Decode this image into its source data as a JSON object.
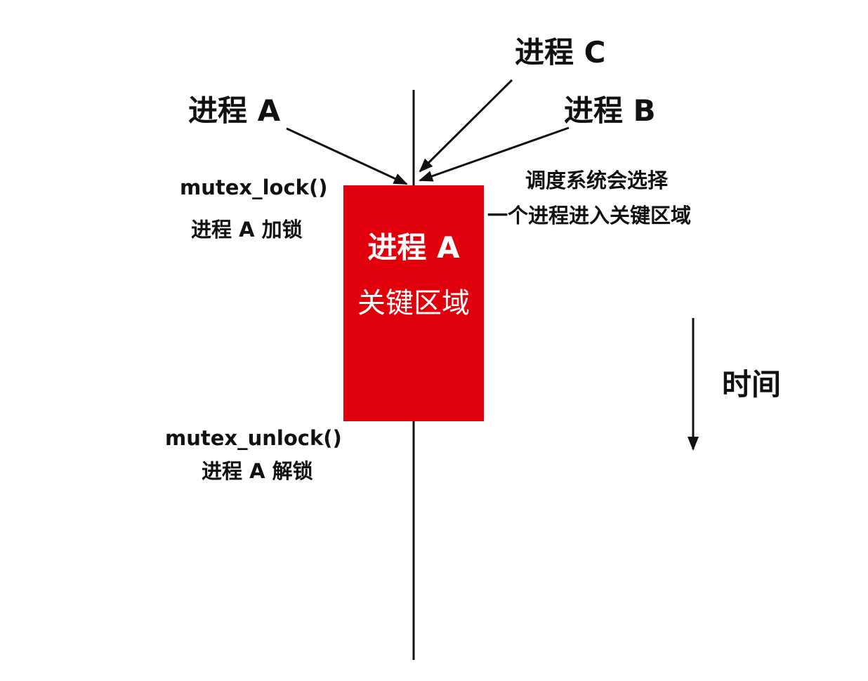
{
  "labels": {
    "process_c": "进程 C",
    "process_a": "进程 A",
    "process_b": "进程 B",
    "lock_call": "mutex_lock()",
    "lock_desc": "进程 A 加锁",
    "unlock_call": "mutex_unlock()",
    "unlock_desc": "进程 A 解锁",
    "scheduler_line1": "调度系统会选择",
    "scheduler_line2": "一个进程进入关键区域",
    "time": "时间"
  },
  "critical_box": {
    "title": "进程 A",
    "subtitle": "关键区域",
    "color": "#e0000b"
  }
}
